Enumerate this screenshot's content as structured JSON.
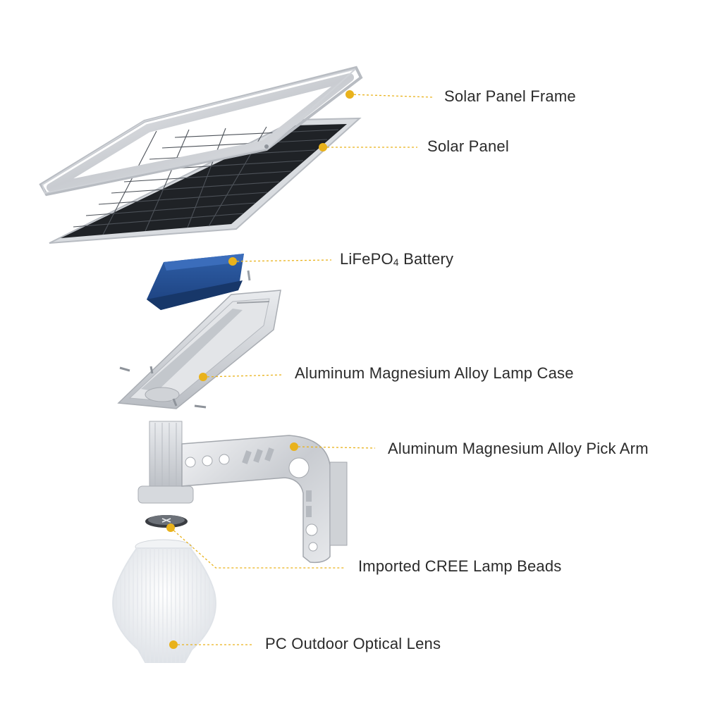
{
  "accent_color": "#E9B21B",
  "labels": {
    "solar_panel_frame": "Solar Panel Frame",
    "solar_panel": "Solar Panel",
    "battery_main": "LiFePO",
    "battery_sub": "4",
    "battery_tail": " Battery",
    "lamp_case": "Aluminum Magnesium Alloy Lamp Case",
    "pick_arm": "Aluminum Magnesium Alloy Pick Arm",
    "lamp_beads": "Imported CREE Lamp Beads",
    "optical_lens": "PC Outdoor Optical Lens"
  }
}
